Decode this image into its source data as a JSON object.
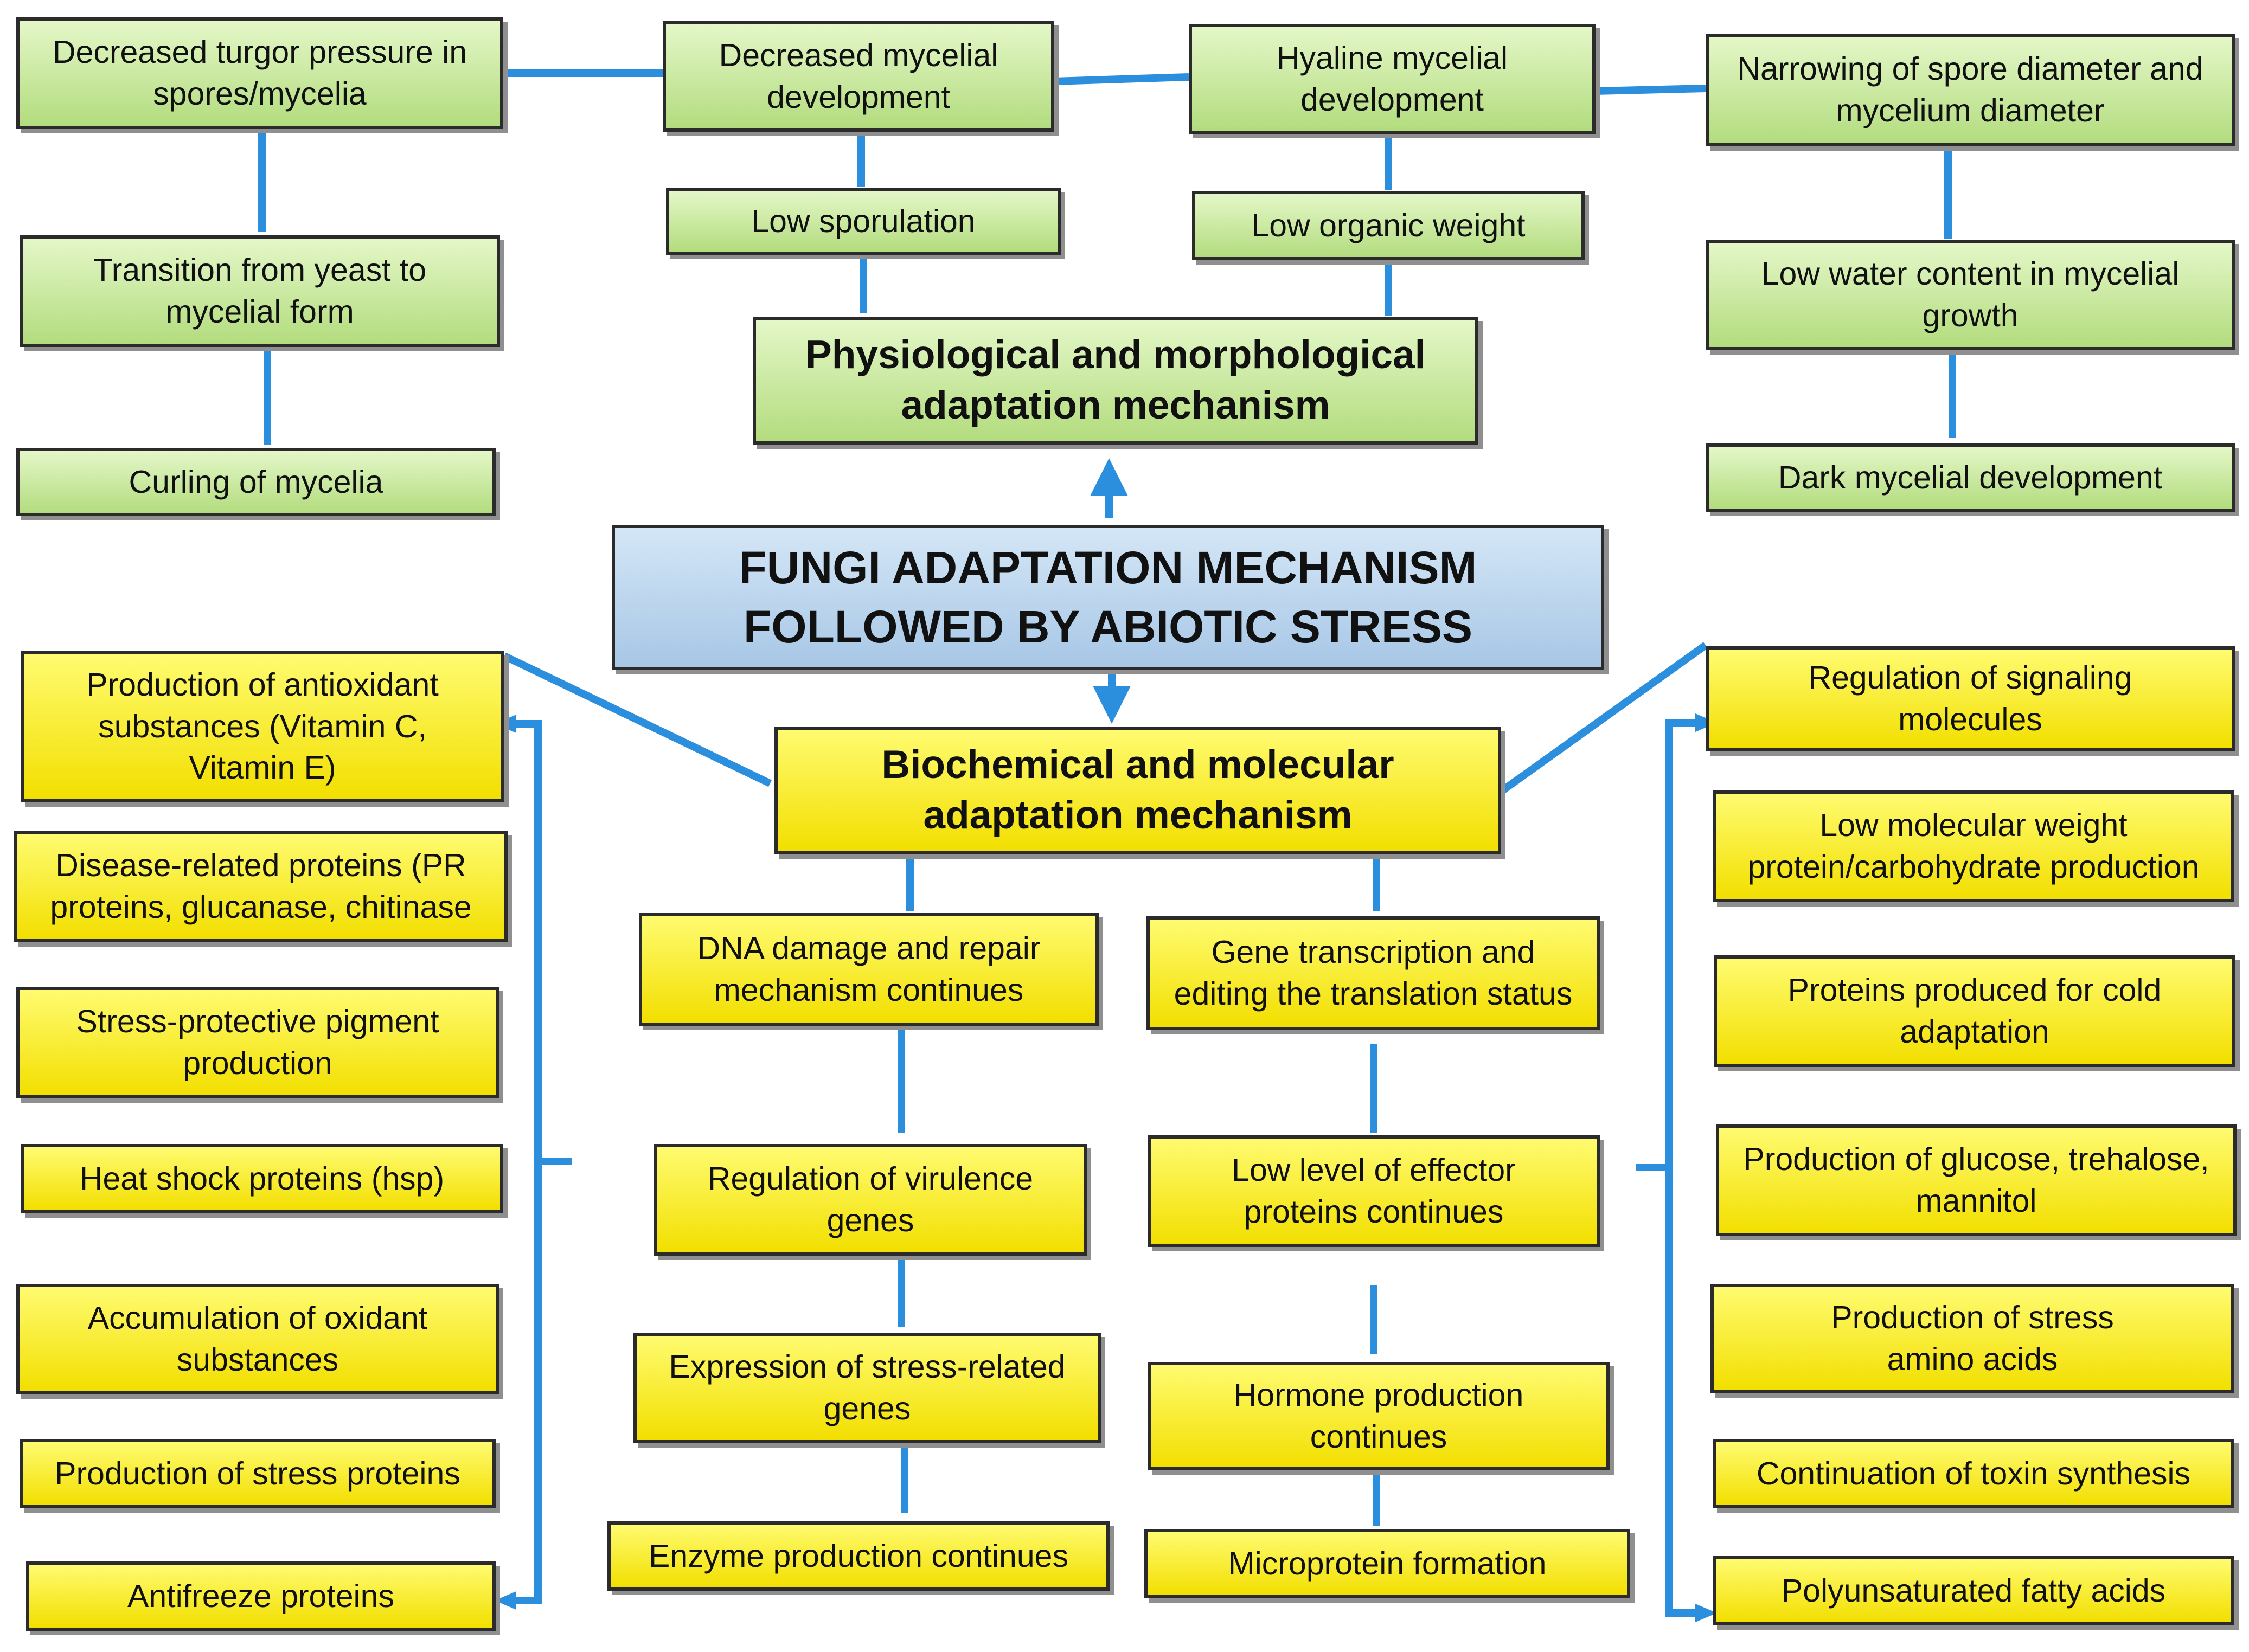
{
  "central": "FUNGI  ADAPTATION MECHANISM\nFOLLOWED BY ABIOTIC STRESS",
  "physio": {
    "title": "Physiological and morphological\nadaptation mechanism",
    "col1": [
      "Decreased turgor pressure in\nspores/mycelia",
      "Transition from yeast to\nmycelial form",
      "Curling of mycelia"
    ],
    "col2": [
      "Decreased mycelial\ndevelopment",
      "Low sporulation"
    ],
    "col3": [
      "Hyaline mycelial\ndevelopment",
      "Low organic weight"
    ],
    "col4": [
      "Narrowing of spore diameter and\nmycelium diameter",
      "Low water content in mycelial\ngrowth",
      "Dark mycelial development"
    ]
  },
  "biochem": {
    "title": "Biochemical and molecular\nadaptation mechanism",
    "left_list": [
      "Production of antioxidant\nsubstances (Vitamin C,\nVitamin E)",
      "Disease-related proteins (PR\nproteins, glucanase, chitinase",
      "Stress-protective pigment\nproduction",
      "Heat shock proteins (hsp)",
      "Accumulation of oxidant\nsubstances",
      "Production of stress proteins",
      "Antifreeze proteins"
    ],
    "center_left": [
      "DNA damage and repair\nmechanism continues",
      "Regulation of virulence\ngenes",
      "Expression of stress-related\ngenes",
      "Enzyme production continues"
    ],
    "center_right": [
      "Gene transcription  and\nediting the translation status",
      "Low level of effector\nproteins continues",
      "Hormone production\ncontinues",
      "Microprotein formation"
    ],
    "right_list": [
      "Regulation of signaling\nmolecules",
      "Low molecular weight\nprotein/carbohydrate production",
      "Proteins produced for cold\nadaptation",
      "Production of glucose, trehalose,\nmannitol",
      "Production of stress\namino acids",
      "Continuation of toxin synthesis",
      "Polyunsaturated fatty acids"
    ]
  },
  "colors": {
    "connector": "#2b8fde",
    "green_box": "#c8eb9f",
    "yellow_box": "#fff200",
    "center_box": "#b9d4ee",
    "border": "#2b2b2b"
  }
}
